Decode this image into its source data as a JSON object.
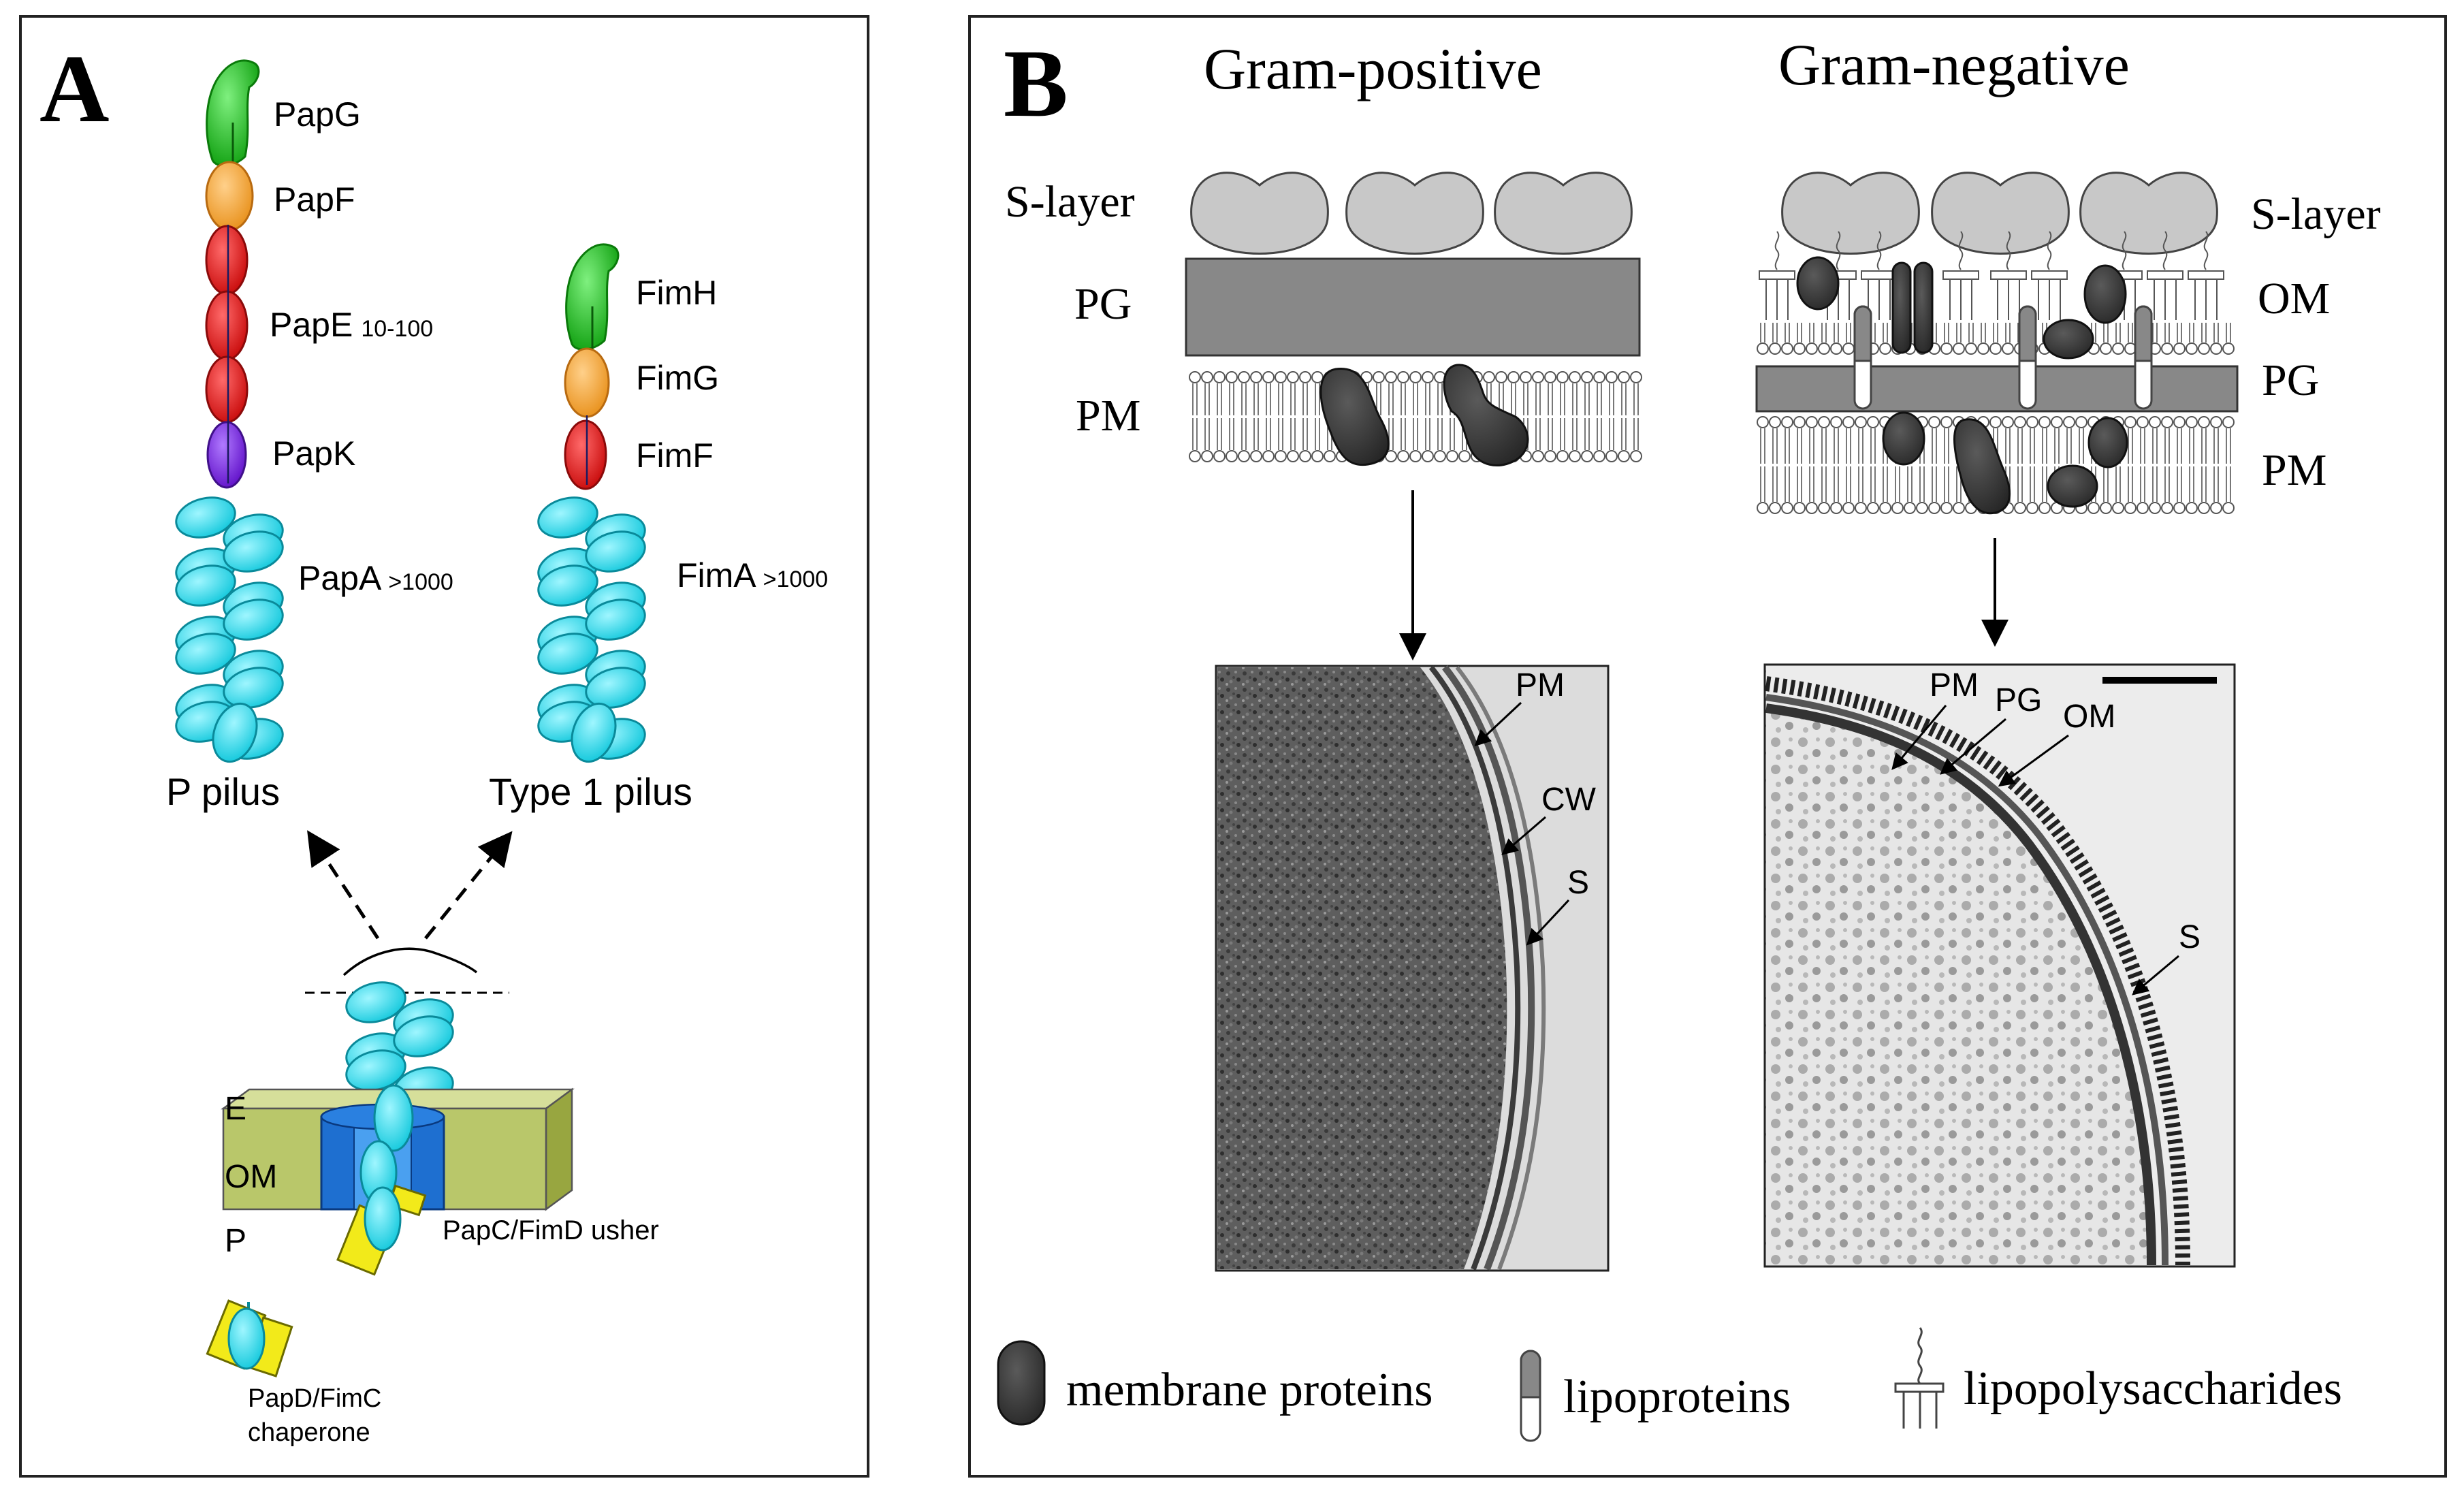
{
  "panel_a": {
    "letter": "A",
    "p_pilus": {
      "papG": "PapG",
      "papF": "PapF",
      "papE": "PapE",
      "papE_count": "10-100",
      "papK": "PapK",
      "papA": "PapA",
      "papA_count": ">1000",
      "name": "P pilus"
    },
    "type1_pilus": {
      "fimH": "FimH",
      "fimG": "FimG",
      "fimF": "FimF",
      "fimA": "FimA",
      "fimA_count": ">1000",
      "name": "Type 1 pilus"
    },
    "assembly": {
      "label_e": "E",
      "label_om": "OM",
      "label_p": "P",
      "usher": "PapC/FimD usher",
      "chaperone_line1": "PapD/FimC",
      "chaperone_line2": "chaperone"
    }
  },
  "panel_b": {
    "letter": "B",
    "gram_positive": {
      "title": "Gram-positive",
      "s_layer": "S-layer",
      "pg": "PG",
      "pm": "PM",
      "em_pm": "PM",
      "em_cw": "CW",
      "em_s": "S"
    },
    "gram_negative": {
      "title": "Gram-negative",
      "s_layer": "S-layer",
      "om": "OM",
      "pg": "PG",
      "pm": "PM",
      "em_pm": "PM",
      "em_pg": "PG",
      "em_om": "OM",
      "em_s": "S"
    },
    "legend": {
      "membrane_proteins": "membrane proteins",
      "lipoproteins": "lipoproteins",
      "lipopolysaccharides": "lipopolysaccharides"
    }
  },
  "colors": {
    "green": "#1fb81f",
    "orange": "#f5a623",
    "red": "#e01414",
    "purple": "#7b1fd6",
    "cyan": "#22e0f0",
    "usher_blue": "#1e6fd0",
    "membrane_olive": "#b9c76a",
    "chaperone_yellow": "#f2ea1a",
    "s_layer_gray": "#c8c8c8",
    "pg_gray": "#888888",
    "protein_dark": "#3a3a3a"
  }
}
